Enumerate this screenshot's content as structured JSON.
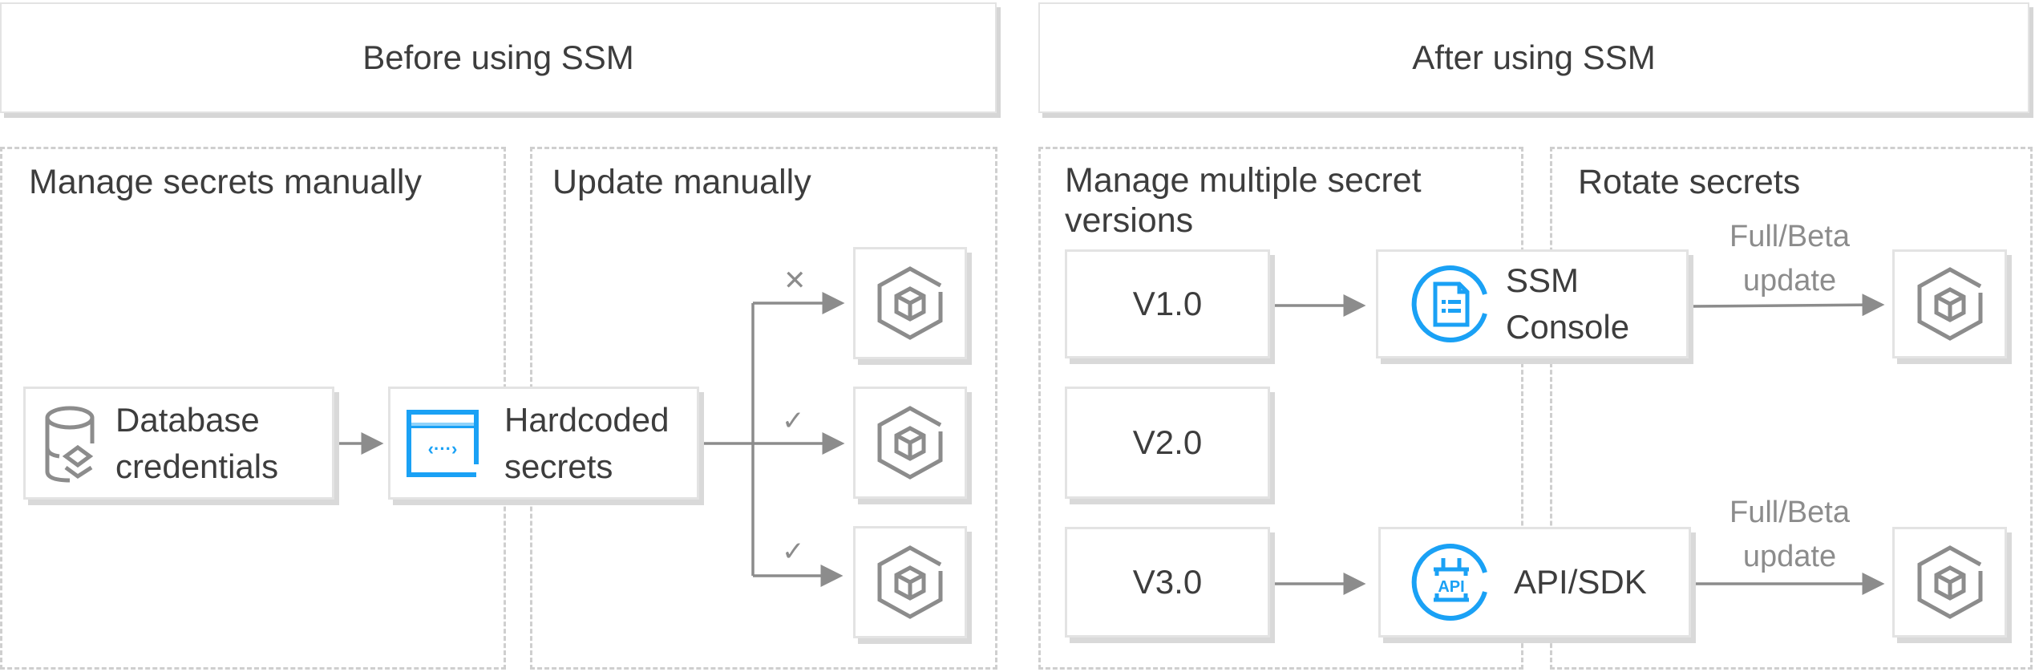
{
  "before": {
    "header": "Before using SSM",
    "panels": [
      {
        "title": "Manage secrets manually"
      },
      {
        "title": "Update manually"
      }
    ],
    "database_card": {
      "line1": "Database",
      "line2": "credentials",
      "icon": "database-icon"
    },
    "hardcoded_card": {
      "line1": "Hardcoded",
      "line2": "secrets",
      "icon": "code-window-icon"
    },
    "targets": [
      {
        "status": "failed",
        "mark": "✕",
        "icon": "service-cube-icon"
      },
      {
        "status": "success",
        "mark": "✓",
        "icon": "service-cube-icon"
      },
      {
        "status": "success",
        "mark": "✓",
        "icon": "service-cube-icon"
      }
    ]
  },
  "after": {
    "header": "After using SSM",
    "panels": [
      {
        "title_line1": "Manage multiple secret",
        "title_line2": "versions"
      },
      {
        "title": "Rotate secrets"
      }
    ],
    "versions": [
      "V1.0",
      "V2.0",
      "V3.0"
    ],
    "console_card": {
      "line1": "SSM",
      "line2": "Console",
      "icon": "ssm-console-icon"
    },
    "api_card": {
      "label": "API/SDK",
      "icon": "api-icon"
    },
    "update_labels": [
      {
        "line1": "Full/Beta",
        "line2": "update"
      },
      {
        "line1": "Full/Beta",
        "line2": "update"
      }
    ]
  },
  "colors": {
    "accent": "#1aa1f5",
    "text": "#3d3d3d",
    "muted": "#8c8c8c",
    "border": "#e3e3e3",
    "dashed": "#cfcfcf"
  }
}
